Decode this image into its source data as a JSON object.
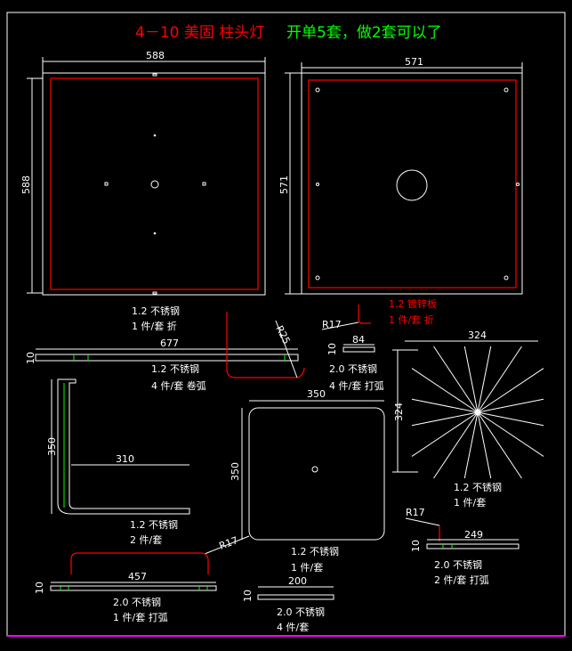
{
  "title": {
    "part1": "4－10 美固 柱头灯",
    "part2": "开单5套，做2套可以了"
  },
  "colors": {
    "background": "#000000",
    "line": "#ffffff",
    "bend": "#ff0000",
    "title_red": "#ff0000",
    "title_green": "#00ff00",
    "border": "#ff00ff"
  },
  "parts": [
    {
      "dims": [
        "588",
        "588"
      ],
      "material": "1.2 不锈钢",
      "qty": "1 件/套 折"
    },
    {
      "dims": [
        "571",
        "571"
      ],
      "material": "1.2 镀锌板",
      "qty": "1 件/套 折"
    },
    {
      "dims": [
        "677",
        "10",
        "R25"
      ],
      "material": "1.2 不锈钢",
      "qty": "4 件/套 卷弧"
    },
    {
      "dims": [
        "84",
        "10",
        "R17"
      ],
      "material": "2.0 不锈钢",
      "qty": "4 件/套 打弧"
    },
    {
      "dims": [
        "324",
        "324"
      ],
      "material": "1.2 不锈钢",
      "qty": "1 件/套"
    },
    {
      "dims": [
        "350",
        "310"
      ],
      "material": "1.2 不锈钢",
      "qty": "2 件/套"
    },
    {
      "dims": [
        "350",
        "350",
        "R17"
      ],
      "material": "1.2 不锈钢",
      "qty": "1 件/套"
    },
    {
      "dims": [
        "457",
        "10"
      ],
      "material": "2.0 不锈钢",
      "qty": "1 件/套 打弧"
    },
    {
      "dims": [
        "200",
        "10"
      ],
      "material": "2.0 不锈钢",
      "qty": "4 件/套"
    },
    {
      "dims": [
        "249",
        "10",
        "R17"
      ],
      "material": "2.0 不锈钢",
      "qty": "2 件/套 打弧"
    }
  ]
}
